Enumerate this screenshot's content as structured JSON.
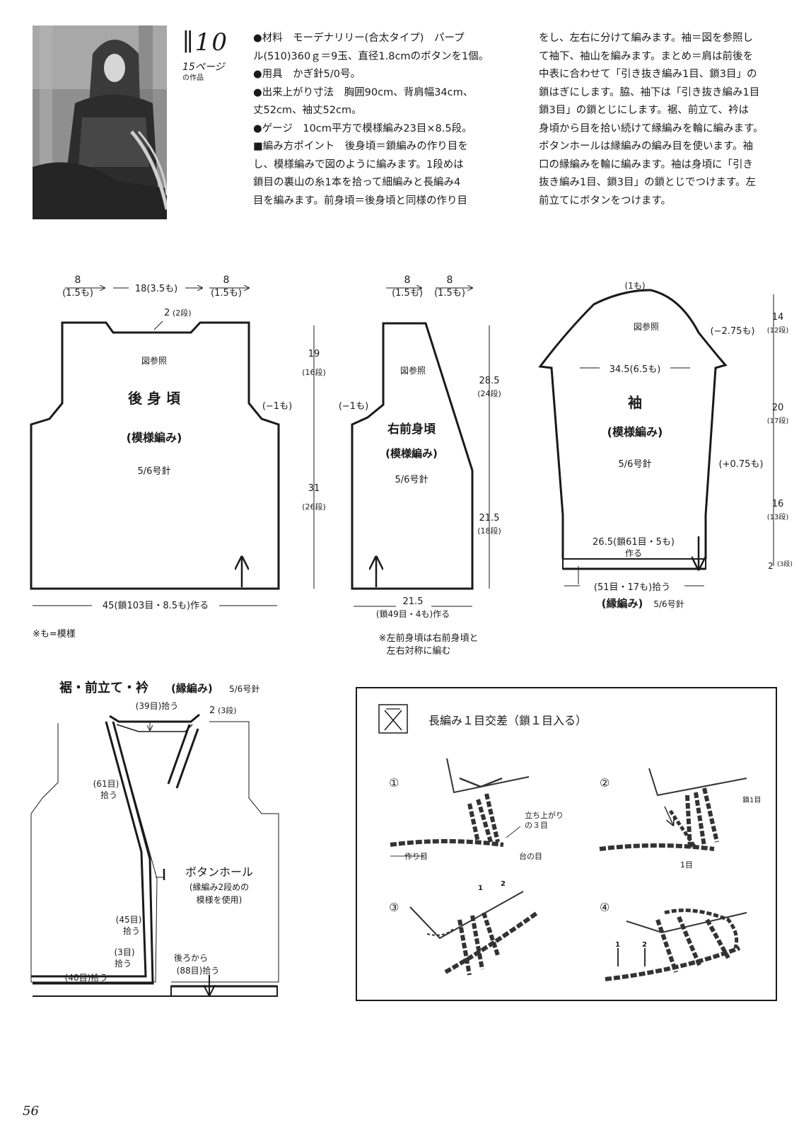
{
  "header": {
    "pattern_number": "∥10",
    "page_ref": "15ページ",
    "page_ref_sub": "の作品",
    "photo_icon": "knit-model-photo"
  },
  "instructions": {
    "col1": [
      "●材料　モーデナリリー(合太タイプ)　パープ",
      "ル(510)360ｇ＝9玉、直径1.8cmのボタンを1個。",
      "●用具　かぎ針5/0号。",
      "●出来上がり寸法　胸囲90cm、背肩幅34cm、",
      "丈52cm、袖丈52cm。",
      "●ゲージ　10cm平方で模様編み23目×8.5段。",
      "■編み方ポイント　後身頃＝鎖編みの作り目を",
      "し、模様編みで図のように編みます。1段めは",
      "鎖目の裏山の糸1本を拾って細編みと長編み4",
      "目を編みます。前身頃＝後身頃と同様の作り目"
    ],
    "col2": [
      "をし、左右に分けて編みます。袖＝図を参照し",
      "て袖下、袖山を編みます。まとめ＝肩は前後を",
      "中表に合わせて「引き抜き編み1目、鎖3目」の",
      "鎖はぎにします。脇、袖下は「引き抜き編み1目",
      "鎖3目」の鎖とじにします。裾、前立て、衿は",
      "身頃から目を拾い続けて縁編みを輪に編みます。",
      "ボタンホールは縁編みの編み目を使います。袖",
      "口の縁編みを輪に編みます。袖は身頃に「引き",
      "抜き編み1目、鎖3目」の鎖とじでつけます。左",
      "前立てにボタンをつけます。"
    ]
  },
  "back": {
    "name": "後 身 頃",
    "stitch": "(模様編み)",
    "hook": "5/6号針",
    "ref": "図参照",
    "top_left": "8",
    "top_left_sub": "(1.5も)",
    "top_mid": "18(3.5も)",
    "top_right": "8",
    "top_right_sub": "(1.5も)",
    "neck": "2",
    "neck_rows": "(2段)",
    "armhole_dec": "(−1も)",
    "upper_h": "19",
    "upper_rows": "(16段)",
    "lower_h": "31",
    "lower_rows": "(26段)",
    "bottom": "45(鎖103目・8.5も)作る"
  },
  "front": {
    "name": "右前身頃",
    "stitch": "(模様編み)",
    "hook": "5/6号針",
    "ref": "図参照",
    "top_left": "8",
    "top_left_sub": "(1.5も)",
    "top_right": "8",
    "top_right_sub": "(1.5も)",
    "armhole_dec": "(−1も)",
    "upper_h": "28.5",
    "upper_rows": "(24段)",
    "lower_h": "21.5",
    "lower_rows": "(18段)",
    "bottom": "21.5",
    "bottom_sub": "(鎖49目・4も)作る",
    "note_line1": "※左前身頃は右前身頃と",
    "note_line2": "左右対称に編む"
  },
  "sleeve": {
    "name": "袖",
    "stitch": "(模様編み)",
    "hook": "5/6号針",
    "ref": "図参照",
    "top": "(1も)",
    "cap_dec": "(−2.75も)",
    "width": "34.5(6.5も)",
    "inc": "(+0.75も)",
    "cuff_start": "26.5(鎖61目・5も)",
    "cuff_make": "作る",
    "pickup": "(51目・17も)拾う",
    "edging": "(縁編み)",
    "edging_hook": "5/6号針",
    "h1": "14",
    "h1_rows": "(12段)",
    "h2": "20",
    "h2_rows": "(17段)",
    "h3": "16",
    "h3_rows": "(13段)",
    "h4": "2",
    "h4_rows": "(3段)"
  },
  "legend_note": "※も=模様",
  "border": {
    "title": "裾・前立て・衿",
    "title_sub": "(縁編み)",
    "hook": "5/6号針",
    "neck_pick": "(39目)拾う",
    "collar_h": "2",
    "collar_rows": "(3段)",
    "front_pick": "(61目)",
    "front_pick2": "拾う",
    "buttonhole": "ボタンホール",
    "buttonhole_sub1": "(縁編み2段めの",
    "buttonhole_sub2": "模様を使用)",
    "lower_pick": "(45目)",
    "lower_pick2": "拾う",
    "corner_pick": "(3目)",
    "corner_pick2": "拾う",
    "hem_pick": "(40目)拾う",
    "back_pick1": "後ろから",
    "back_pick2": "(88目)拾う"
  },
  "stitch_box": {
    "title": "長編み１目交差（鎖１目入る）",
    "step1": "①",
    "step2": "②",
    "step3": "③",
    "step4": "④",
    "label_rise1": "立ち上がり",
    "label_rise2": "の３目",
    "label_base": "台の目",
    "label_chain": "作り目",
    "label_ch1": "鎖1目",
    "label_one": "1目",
    "arrow1": "1",
    "arrow2": "2"
  },
  "page_number": "56"
}
